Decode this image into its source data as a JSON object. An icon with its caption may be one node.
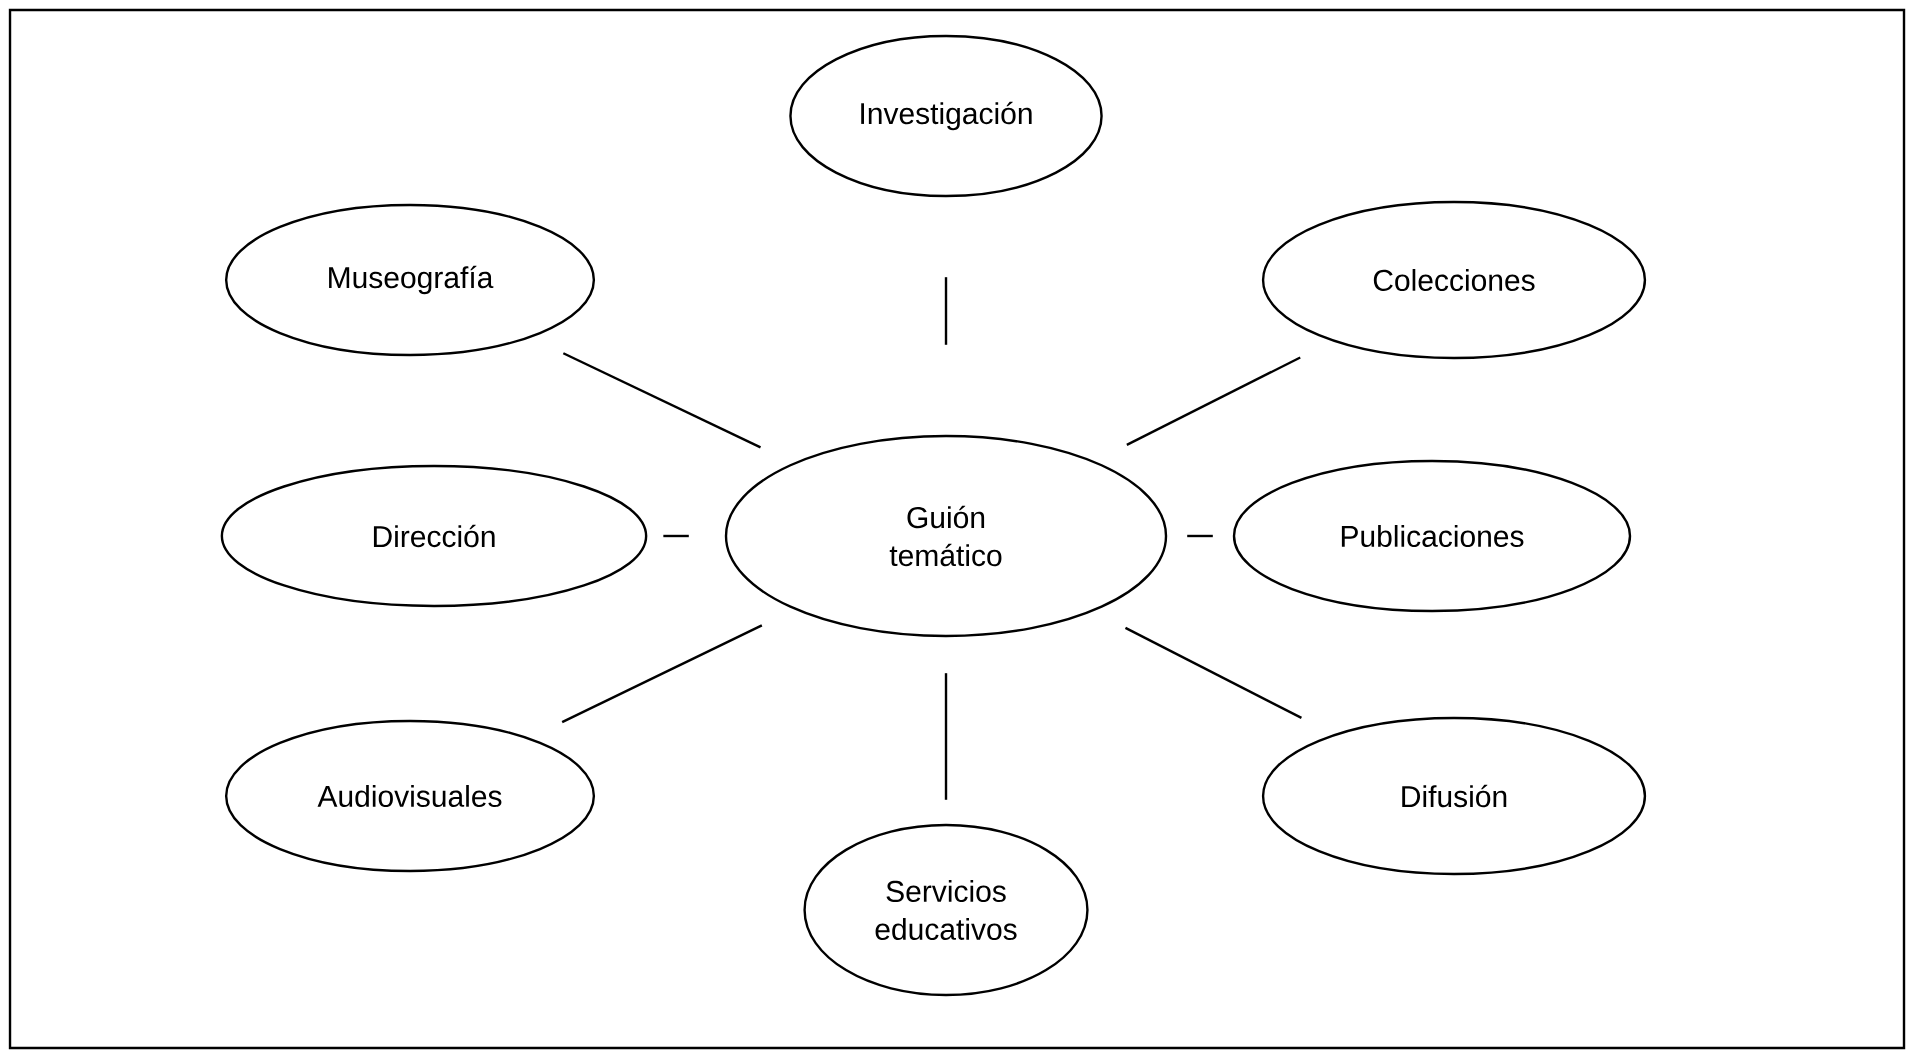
{
  "diagram": {
    "nodes": [
      {
        "text": [
          "Guión temático"
        ]
      },
      {
        "text": [
          "Investigación"
        ]
      },
      {
        "text": [
          "Museografía"
        ]
      },
      {
        "text": [
          "Colecciones"
        ]
      },
      {
        "text": [
          "Dirección"
        ]
      },
      {
        "text": [
          "Publicaciones"
        ]
      },
      {
        "text": [
          "Audiovisuales"
        ]
      },
      {
        "text": [
          "Difusión"
        ]
      },
      {
        "text": [
          "Servicios educativos"
        ]
      }
    ],
    "edges": [
      {
        "from": 0,
        "to": 1,
        "arrow": "none"
      },
      {
        "from": 0,
        "to": 2,
        "arrow": "none"
      },
      {
        "from": 0,
        "to": 3,
        "arrow": "none"
      },
      {
        "from": 0,
        "to": 4,
        "arrow": "none"
      },
      {
        "from": 0,
        "to": 5,
        "arrow": "none"
      },
      {
        "from": 0,
        "to": 6,
        "arrow": "none"
      },
      {
        "from": 0,
        "to": 7,
        "arrow": "none"
      },
      {
        "from": 0,
        "to": 8,
        "arrow": "none"
      }
    ]
  }
}
